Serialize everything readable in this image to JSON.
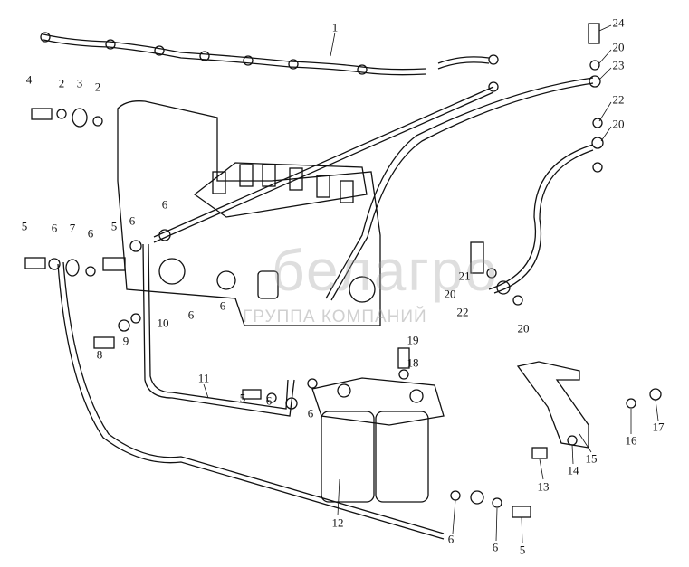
{
  "diagram": {
    "callouts": [
      "1",
      "24",
      "20",
      "23",
      "4",
      "2",
      "3",
      "2",
      "22",
      "20",
      "5",
      "6",
      "7",
      "6",
      "5",
      "6",
      "6",
      "21",
      "20",
      "22",
      "20",
      "10",
      "6",
      "6",
      "8",
      "9",
      "19",
      "18",
      "11",
      "5",
      "6",
      "6",
      "17",
      "16",
      "15",
      "14",
      "13",
      "12",
      "6",
      "6",
      "5"
    ],
    "watermark": {
      "brand": "белагро",
      "subtitle": "ГРУППА КОМПАНИЙ"
    }
  }
}
